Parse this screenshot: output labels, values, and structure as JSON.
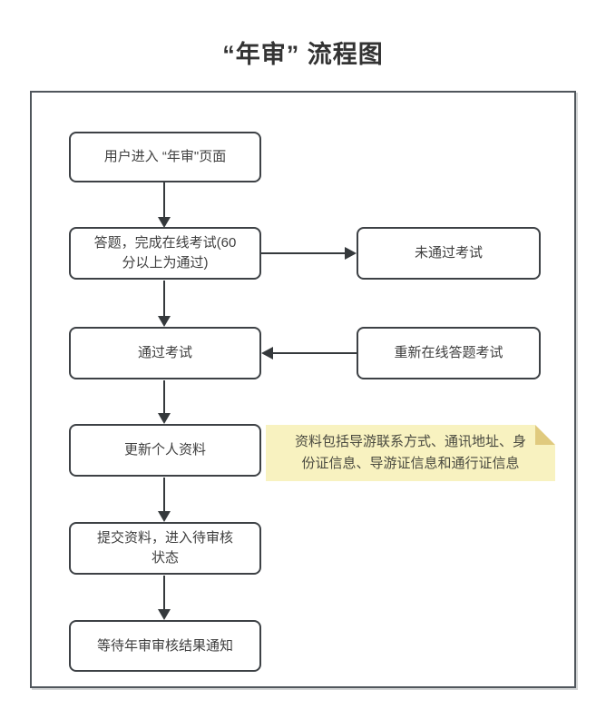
{
  "title": "“年审” 流程图",
  "flowchart": {
    "nodes": {
      "enter_page": {
        "lines": [
          "用户进入 “年审\"页面"
        ]
      },
      "online_exam": {
        "lines": [
          "答题，完成在线考试(60",
          "分以上为通过)"
        ]
      },
      "exam_failed": {
        "lines": [
          "未通过考试"
        ]
      },
      "exam_passed": {
        "lines": [
          "通过考试"
        ]
      },
      "retake_exam": {
        "lines": [
          "重新在线答题考试"
        ]
      },
      "update_profile": {
        "lines": [
          "更新个人资料"
        ]
      },
      "submit_materials": {
        "lines": [
          "提交资料，进入待审核",
          "状态"
        ]
      },
      "await_result": {
        "lines": [
          "等待年审审核结果通知"
        ]
      }
    },
    "note": {
      "lines": [
        "资料包括导游联系方式、通讯地址、身",
        "份证信息、导游证信息和通行证信息"
      ]
    },
    "colors": {
      "note_background": "#f8f2c0",
      "note_fold": "#e0ca7e",
      "connector": "#35393c",
      "box_border": "#3d4145",
      "frame_border": "#50565c",
      "text": "#3f3f3f"
    }
  }
}
